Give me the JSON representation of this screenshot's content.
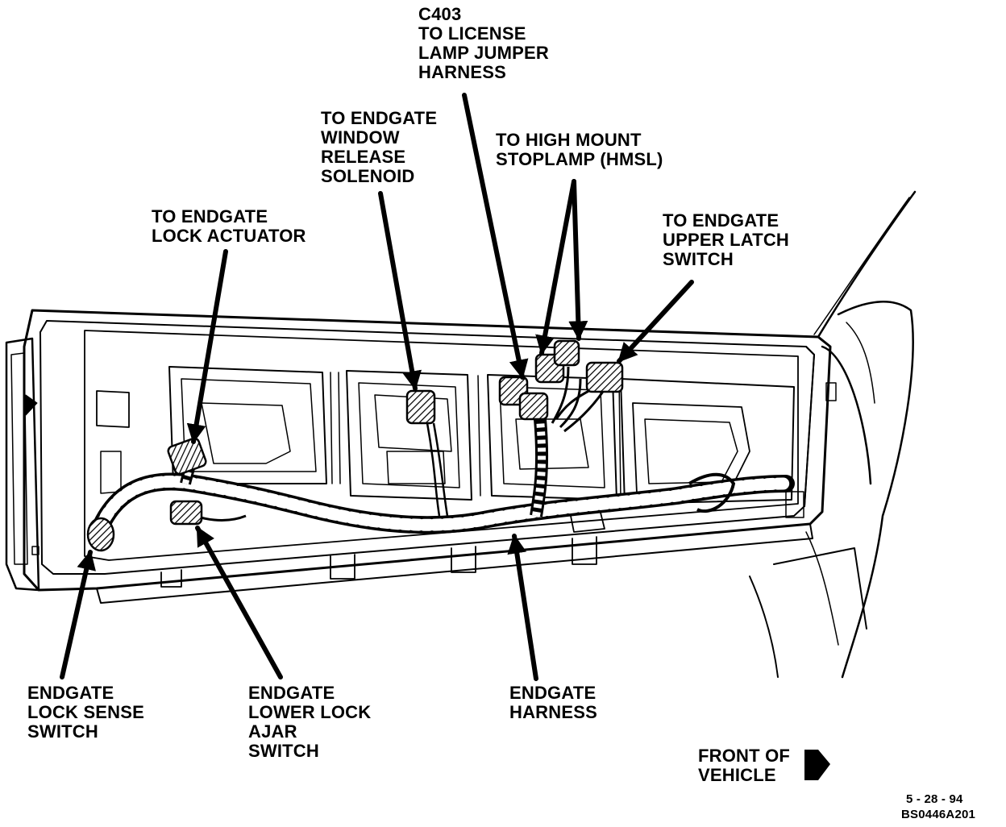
{
  "labels": {
    "c403": [
      "C403",
      "TO LICENSE",
      "LAMP JUMPER",
      "HARNESS"
    ],
    "window_release": [
      "TO ENDGATE",
      "WINDOW",
      "RELEASE",
      "SOLENOID"
    ],
    "hmsl": [
      "TO HIGH MOUNT",
      "STOPLAMP (HMSL)"
    ],
    "lock_actuator": [
      "TO ENDGATE",
      "LOCK ACTUATOR"
    ],
    "upper_latch": [
      "TO ENDGATE",
      "UPPER LATCH",
      "SWITCH"
    ],
    "lock_sense": [
      "ENDGATE",
      "LOCK SENSE",
      "SWITCH"
    ],
    "lower_lock_ajar": [
      "ENDGATE",
      "LOWER LOCK",
      "AJAR",
      "SWITCH"
    ],
    "endgate_harness": [
      "ENDGATE",
      "HARNESS"
    ],
    "front_of_vehicle": [
      "FRONT OF",
      "VEHICLE"
    ],
    "date_code": [
      "5 - 28 - 94",
      "BS0446A201"
    ]
  }
}
